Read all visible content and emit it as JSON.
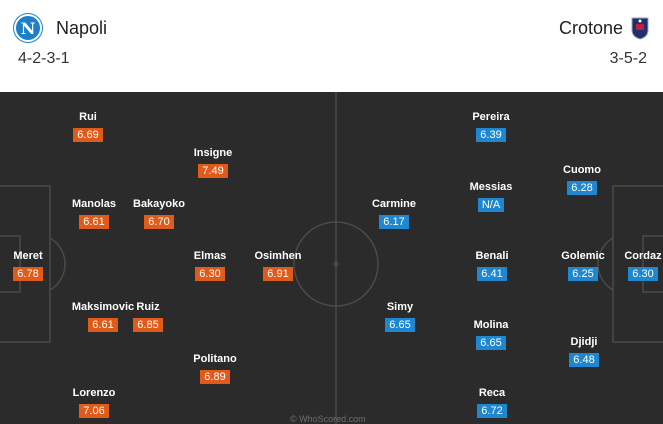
{
  "home": {
    "name": "Napoli",
    "formation": "4-2-3-1",
    "badge_letter": "N",
    "color": "#e05a1a"
  },
  "away": {
    "name": "Crotone",
    "formation": "3-5-2",
    "color": "#1f86d0"
  },
  "home_players": [
    {
      "name": "Rui",
      "rating": "6.69"
    },
    {
      "name": "Insigne",
      "rating": "7.49"
    },
    {
      "name": "Manolas",
      "rating": "6.61"
    },
    {
      "name": "Bakayoko",
      "rating": "6.70"
    },
    {
      "name": "Meret",
      "rating": "6.78"
    },
    {
      "name": "Elmas",
      "rating": "6.30"
    },
    {
      "name": "Osimhen",
      "rating": "6.91"
    },
    {
      "name": "Maksimovic",
      "rating": "6.61"
    },
    {
      "name": "Ruiz",
      "rating": "6.85"
    },
    {
      "name": "Politano",
      "rating": "6.89"
    },
    {
      "name": "Lorenzo",
      "rating": "7.06"
    }
  ],
  "away_players": [
    {
      "name": "Pereira",
      "rating": "6.39"
    },
    {
      "name": "Cuomo",
      "rating": "6.28"
    },
    {
      "name": "Carmine",
      "rating": "6.17"
    },
    {
      "name": "Messias",
      "rating": "N/A"
    },
    {
      "name": "Benali",
      "rating": "6.41"
    },
    {
      "name": "Golemic",
      "rating": "6.25"
    },
    {
      "name": "Cordaz",
      "rating": "6.30"
    },
    {
      "name": "Simy",
      "rating": "6.65"
    },
    {
      "name": "Molina",
      "rating": "6.65"
    },
    {
      "name": "Djidji",
      "rating": "6.48"
    },
    {
      "name": "Reca",
      "rating": "6.72"
    }
  ],
  "watermark": "© WhoScored.com"
}
